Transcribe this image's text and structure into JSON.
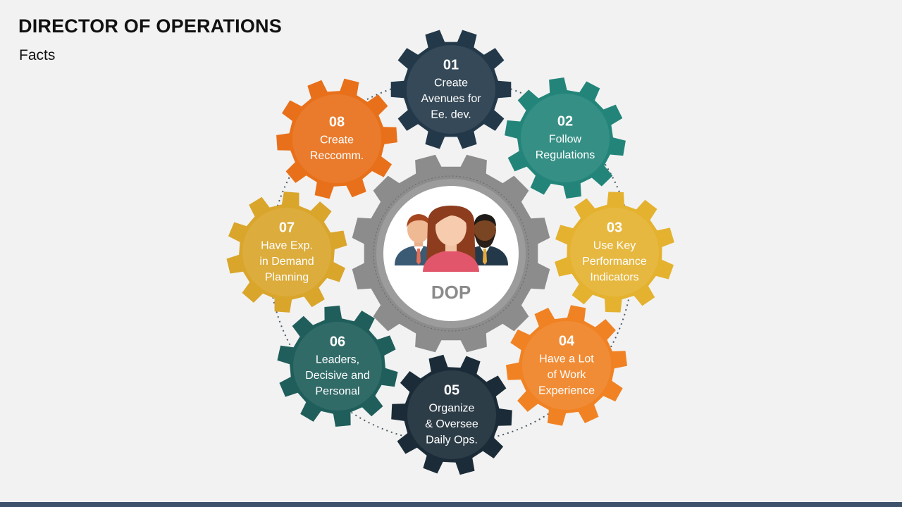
{
  "header": {
    "title": "DIRECTOR OF OPERATIONS",
    "subtitle": "Facts"
  },
  "center": {
    "label": "DOP",
    "icon": "people-group-icon"
  },
  "gears": [
    {
      "number": "01",
      "lines": [
        "Create",
        "Avenues for",
        "Ee. dev."
      ],
      "color": "#23394a"
    },
    {
      "number": "02",
      "lines": [
        "Follow",
        "Regulations"
      ],
      "color": "#23857a"
    },
    {
      "number": "03",
      "lines": [
        "Use Key",
        "Performance",
        "Indicators"
      ],
      "color": "#e4b22f"
    },
    {
      "number": "04",
      "lines": [
        "Have a Lot",
        "of Work",
        "Experience"
      ],
      "color": "#f08224"
    },
    {
      "number": "05",
      "lines": [
        "Organize",
        "& Oversee",
        "Daily Ops."
      ],
      "color": "#1b2c38"
    },
    {
      "number": "06",
      "lines": [
        "Leaders,",
        "Decisive and",
        "Personal"
      ],
      "color": "#1f5e5b"
    },
    {
      "number": "07",
      "lines": [
        "Have Exp.",
        "in Demand",
        "Planning"
      ],
      "color": "#d9a52b"
    },
    {
      "number": "08",
      "lines": [
        "Create",
        "Reccomm."
      ],
      "color": "#e8701a"
    }
  ]
}
